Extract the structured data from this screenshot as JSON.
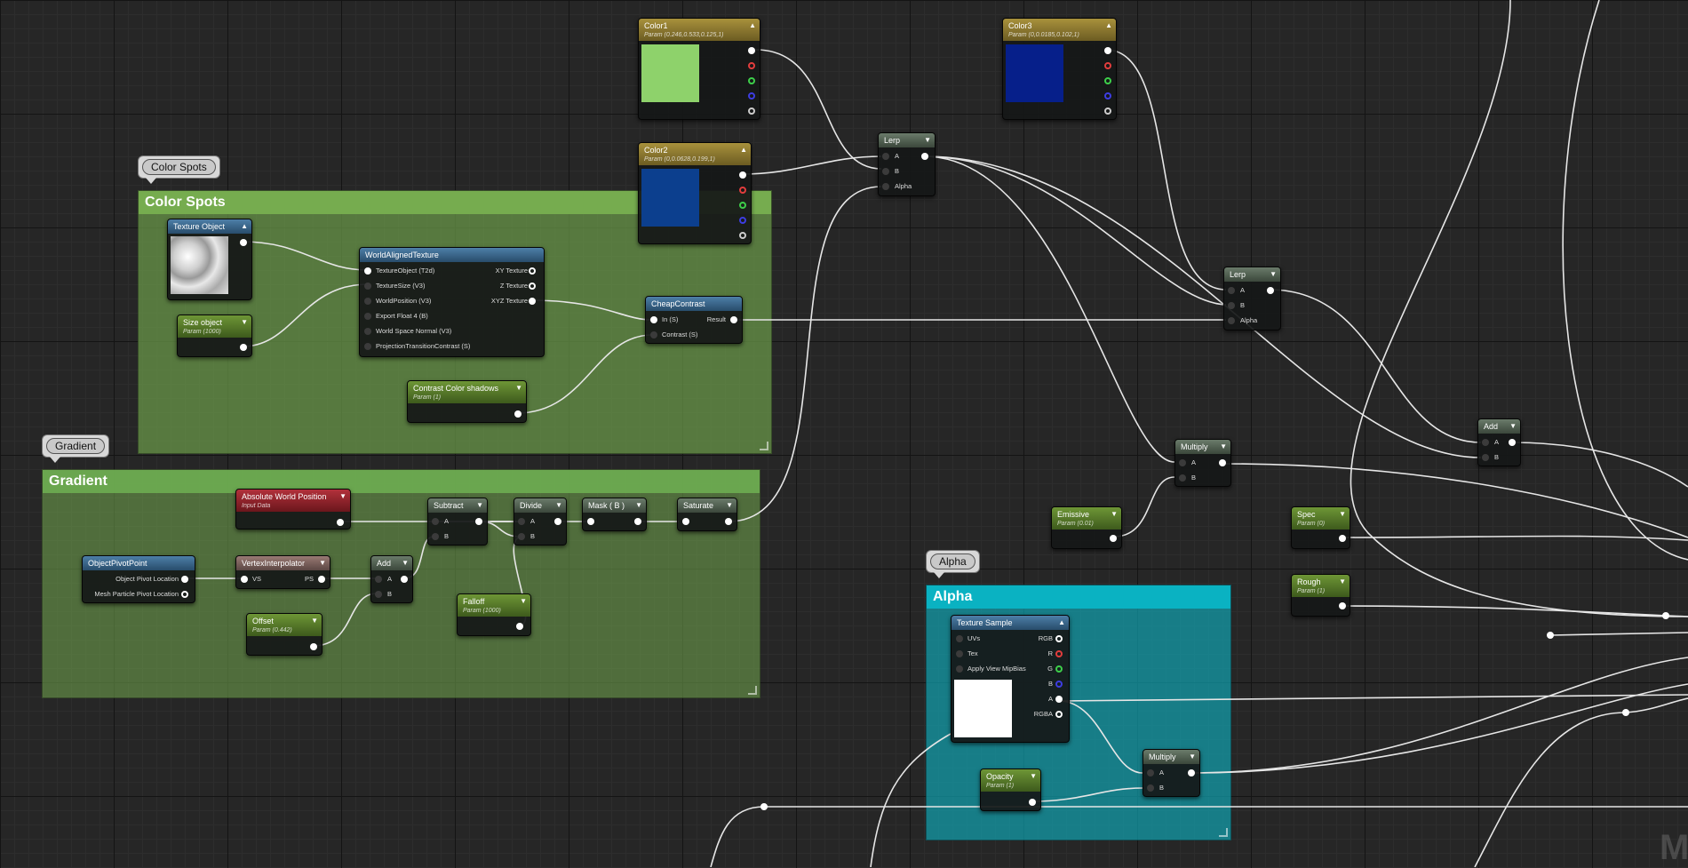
{
  "comments": [
    {
      "id": "cs",
      "bubble": "Color Spots",
      "title": "Color Spots",
      "color": "#6b9a4a"
    },
    {
      "id": "gr",
      "bubble": "Gradient",
      "title": "Gradient",
      "color": "#6b9a4a"
    },
    {
      "id": "al",
      "bubble": "Alpha",
      "title": "Alpha",
      "color": "#10a7b6"
    }
  ],
  "nodes": {
    "color1": {
      "title": "Color1",
      "sub": "Param (0.246,0.533,0.125,1)",
      "swatch": "#8ed26b"
    },
    "color2": {
      "title": "Color2",
      "sub": "Param (0,0.0628,0.199,1)",
      "swatch": "#0c3f8e"
    },
    "color3": {
      "title": "Color3",
      "sub": "Param (0,0.0185,0.102,1)",
      "swatch": "#061f8a"
    },
    "lerp1": {
      "title": "Lerp",
      "a": "A",
      "b": "B",
      "alpha": "Alpha"
    },
    "lerp2": {
      "title": "Lerp",
      "a": "A",
      "b": "B",
      "alpha": "Alpha"
    },
    "add2": {
      "title": "Add",
      "a": "A",
      "b": "B"
    },
    "multiply1": {
      "title": "Multiply",
      "a": "A",
      "b": "B"
    },
    "emissive": {
      "title": "Emissive",
      "sub": "Param (0.01)"
    },
    "spec": {
      "title": "Spec",
      "sub": "Param (0)"
    },
    "rough": {
      "title": "Rough",
      "sub": "Param (1)"
    },
    "texobj": {
      "title": "Texture Object"
    },
    "sizeobj": {
      "title": "Size object",
      "sub": "Param (1000)"
    },
    "wat": {
      "title": "WorldAlignedTexture",
      "inputs": [
        "TextureObject (T2d)",
        "TextureSize (V3)",
        "WorldPosition (V3)",
        "Export Float 4 (B)",
        "World Space Normal (V3)",
        "ProjectionTransitionContrast (S)"
      ],
      "outputs": [
        "XY Texture",
        "Z Texture",
        "XYZ Texture"
      ]
    },
    "cheap": {
      "title": "CheapContrast",
      "in": "In (S)",
      "contrast": "Contrast (S)",
      "result": "Result"
    },
    "ccs": {
      "title": "Contrast Color shadows",
      "sub": "Param (1)"
    },
    "awp": {
      "title": "Absolute World Position",
      "sub": "Input Data"
    },
    "opp": {
      "title": "ObjectPivotPoint",
      "o1": "Object Pivot Location",
      "o2": "Mesh Particle Pivot Location"
    },
    "vi": {
      "title": "VertexInterpolator",
      "vs": "VS",
      "ps": "PS"
    },
    "add1": {
      "title": "Add",
      "a": "A",
      "b": "B"
    },
    "offset": {
      "title": "Offset",
      "sub": "Param (0.442)"
    },
    "subtract": {
      "title": "Subtract",
      "a": "A",
      "b": "B"
    },
    "divide": {
      "title": "Divide",
      "a": "A",
      "b": "B"
    },
    "falloff": {
      "title": "Falloff",
      "sub": "Param (1000)"
    },
    "mask": {
      "title": "Mask ( B )"
    },
    "saturate": {
      "title": "Saturate"
    },
    "texsample": {
      "title": "Texture Sample",
      "inputs": [
        "UVs",
        "Tex",
        "Apply View MipBias"
      ],
      "outputs": [
        "RGB",
        "R",
        "G",
        "B",
        "A",
        "RGBA"
      ]
    },
    "opacity": {
      "title": "Opacity",
      "sub": "Param (1)"
    },
    "multiply2": {
      "title": "Multiply",
      "a": "A",
      "b": "B"
    }
  },
  "colors": {
    "wire": "#e6e6e6",
    "canvas": "#262626",
    "pin_red": "#e23d3d",
    "pin_green": "#3dcf4a",
    "pin_blue": "#3d3de2"
  },
  "icons": {
    "collapse": "chevron-down-icon",
    "expand": "chevron-up-icon",
    "resize": "resize-grip-icon"
  },
  "watermark": "M"
}
